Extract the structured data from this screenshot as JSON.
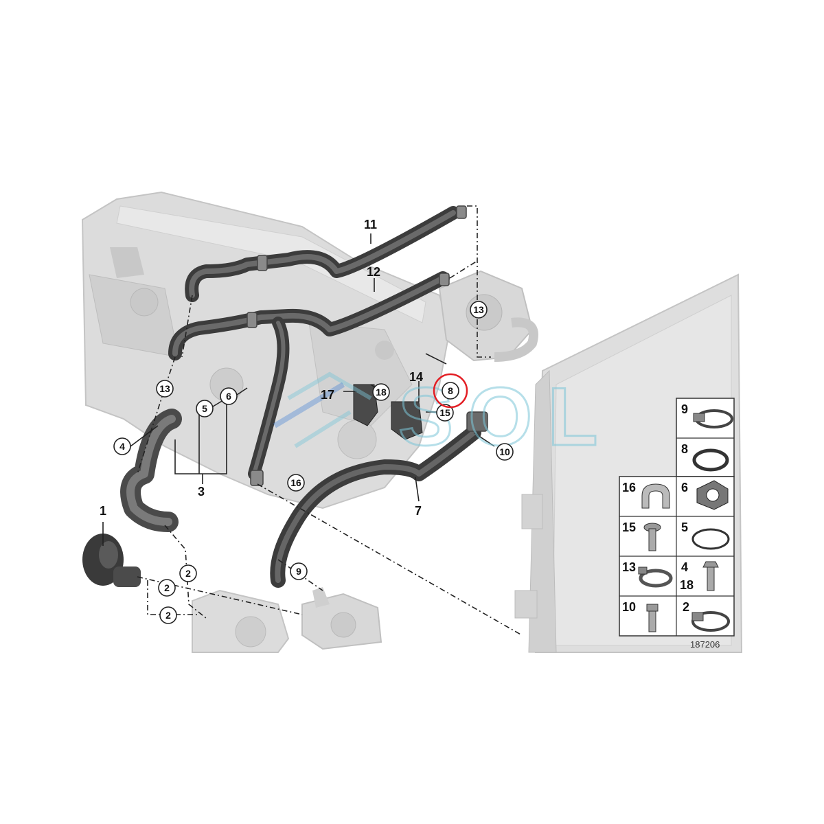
{
  "diagram": {
    "id_label": "187206",
    "watermark": "SOL",
    "callouts": {
      "c1": "1",
      "c2a": "2",
      "c2b": "2",
      "c2c": "2",
      "c3": "3",
      "c4": "4",
      "c5": "5",
      "c6": "6",
      "c7": "7",
      "c8": "8",
      "c9": "9",
      "c10": "10",
      "c11": "11",
      "c12": "12",
      "c13a": "13",
      "c13b": "13",
      "c14": "14",
      "c15": "15",
      "c16": "16",
      "c17": "17",
      "c18": "18"
    },
    "legend": {
      "r1l": "9",
      "r2l": "8",
      "r3l": "16",
      "r3r": "6",
      "r4l": "15",
      "r4r": "5",
      "r5l": "13",
      "r5r_a": "4",
      "r5r_b": "18",
      "r6l": "10",
      "r6r": "2"
    },
    "highlight_color": "#e31e24"
  }
}
